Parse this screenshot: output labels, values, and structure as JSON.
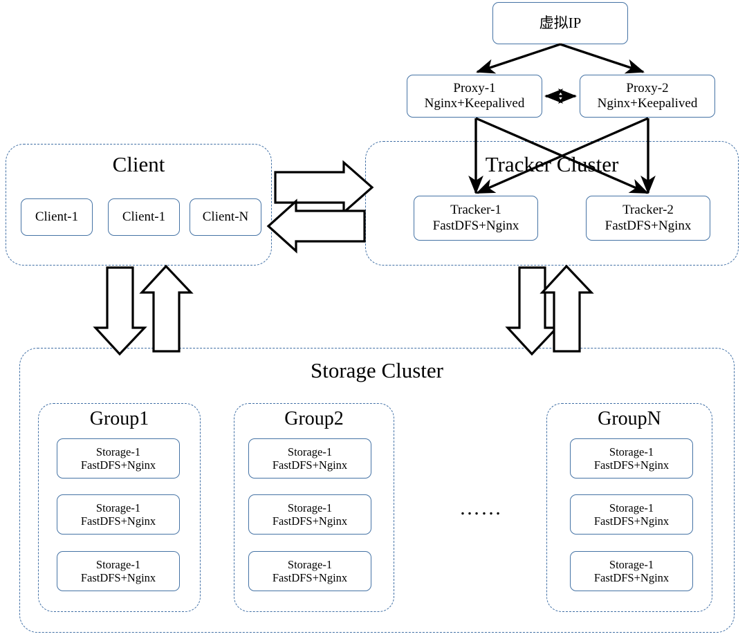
{
  "diagram": {
    "title": "FastDFS distributed file system cluster architecture",
    "colors": {
      "box_border": "#4472a4",
      "cluster_border": "#3f6ea4",
      "arrow": "#000000",
      "background": "#ffffff"
    }
  },
  "vip": {
    "label": "虚拟IP"
  },
  "proxies": [
    {
      "line1": "Proxy-1",
      "line2": "Nginx+Keepalived"
    },
    {
      "line1": "Proxy-2",
      "line2": "Nginx+Keepalived"
    }
  ],
  "client_cluster": {
    "title": "Client",
    "nodes": [
      {
        "label": "Client-1"
      },
      {
        "label": "Client-1"
      },
      {
        "label": "Client-N"
      }
    ]
  },
  "tracker_cluster": {
    "title": "Tracker Cluster",
    "nodes": [
      {
        "line1": "Tracker-1",
        "line2": "FastDFS+Nginx"
      },
      {
        "line1": "Tracker-2",
        "line2": "FastDFS+Nginx"
      }
    ]
  },
  "storage_cluster": {
    "title": "Storage Cluster",
    "ellipsis": "……",
    "groups": [
      {
        "title": "Group1",
        "nodes": [
          {
            "line1": "Storage-1",
            "line2": "FastDFS+Nginx"
          },
          {
            "line1": "Storage-1",
            "line2": "FastDFS+Nginx"
          },
          {
            "line1": "Storage-1",
            "line2": "FastDFS+Nginx"
          }
        ]
      },
      {
        "title": "Group2",
        "nodes": [
          {
            "line1": "Storage-1",
            "line2": "FastDFS+Nginx"
          },
          {
            "line1": "Storage-1",
            "line2": "FastDFS+Nginx"
          },
          {
            "line1": "Storage-1",
            "line2": "FastDFS+Nginx"
          }
        ]
      },
      {
        "title": "GroupN",
        "nodes": [
          {
            "line1": "Storage-1",
            "line2": "FastDFS+Nginx"
          },
          {
            "line1": "Storage-1",
            "line2": "FastDFS+Nginx"
          },
          {
            "line1": "Storage-1",
            "line2": "FastDFS+Nginx"
          }
        ]
      }
    ]
  }
}
